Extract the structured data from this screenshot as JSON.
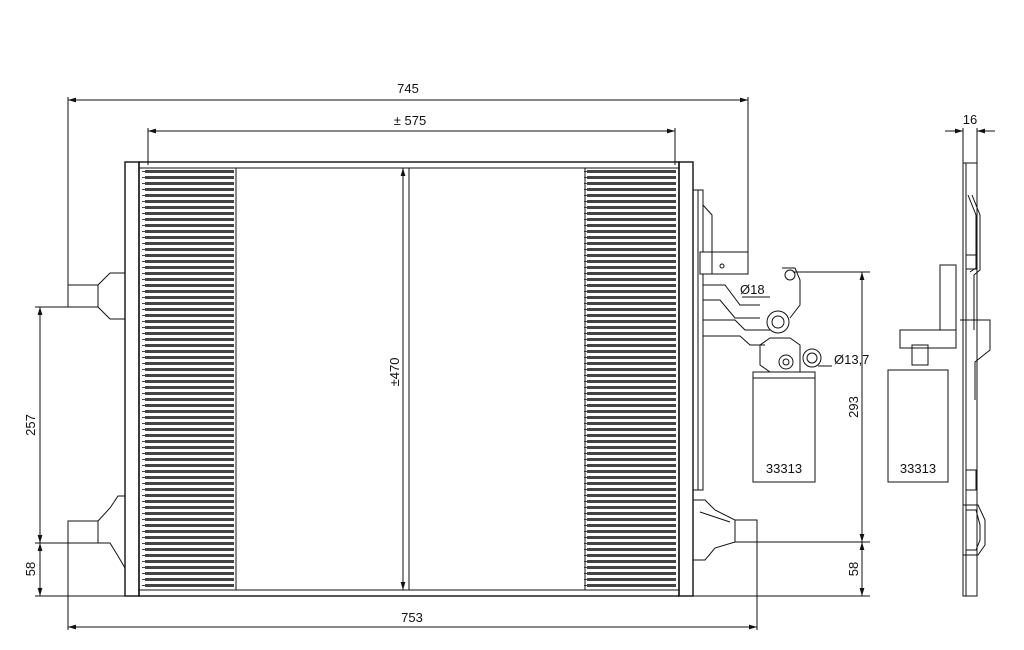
{
  "dimensions": {
    "overall_top_width": "745",
    "core_width": "± 575",
    "core_height": "±470",
    "left_port_height": "257",
    "bottom_offset_left": "58",
    "bottom_offset_right": "58",
    "overall_bottom_width": "753",
    "depth": "16",
    "pipe_diameter_large": "Ø18",
    "pipe_diameter_small": "Ø13,7",
    "drier_height": "293"
  },
  "parts": {
    "drier_code_front": "33313",
    "drier_code_side": "33313"
  }
}
